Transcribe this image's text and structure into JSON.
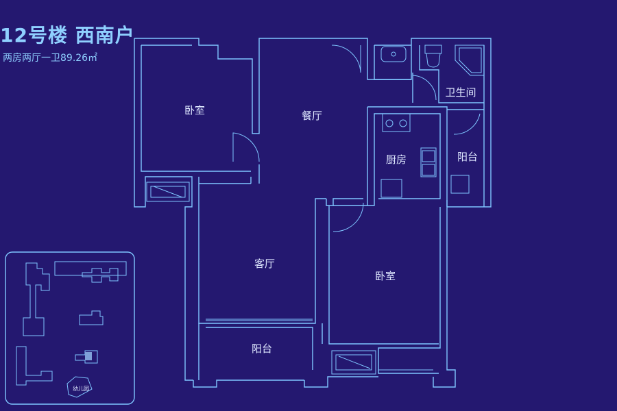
{
  "header": {
    "title": "12号楼 西南户",
    "subtitle": "两房两厅一卫89.26㎡"
  },
  "rooms": {
    "bedroom_top": "卧室",
    "dining": "餐厅",
    "bathroom": "卫生间",
    "kitchen": "厨房",
    "balcony_right": "阳台",
    "living": "客厅",
    "bedroom_bottom": "卧室",
    "balcony_bottom": "阳台"
  },
  "site_map": {
    "label": "幼儿园"
  },
  "colors": {
    "background": "#241870",
    "line": "#7fc6ff",
    "text": "#dfe8ff",
    "highlight": "#7fa0d8"
  }
}
